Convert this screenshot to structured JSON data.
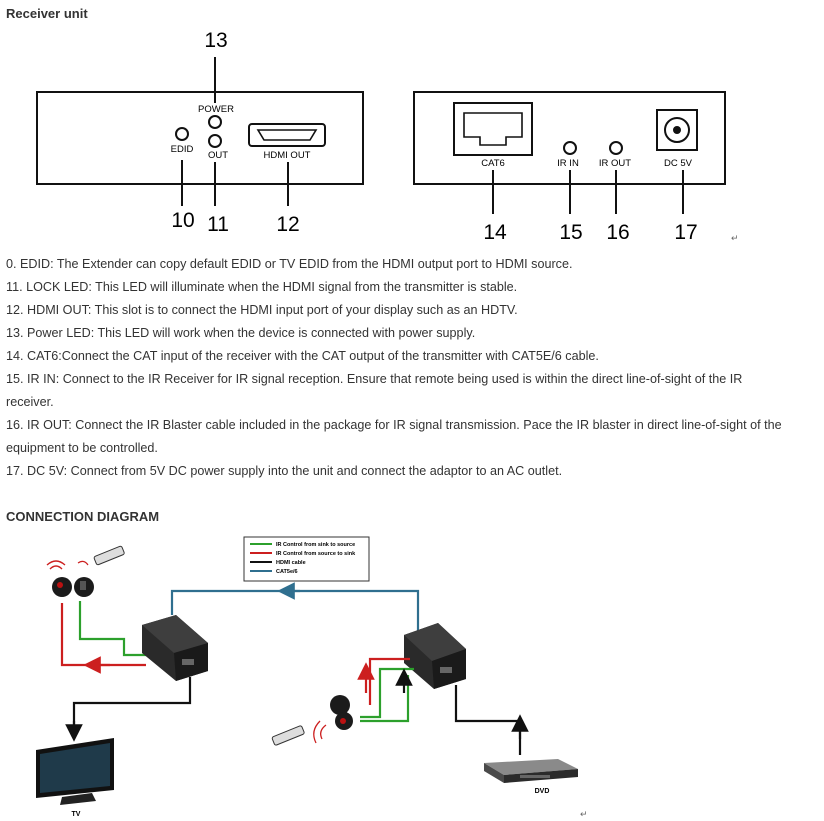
{
  "receiver_section": {
    "heading": "Receiver unit",
    "left_panel": {
      "callout_13": "13",
      "power_label": "POWER",
      "edid_label": "EDID",
      "out_label": "OUT",
      "hdmi_out_label": "HDMI OUT",
      "callout_10": "10",
      "callout_11": "11",
      "callout_12": "12"
    },
    "right_panel": {
      "cat6_label": "CAT6",
      "ir_in_label": "IR IN",
      "ir_out_label": "IR OUT",
      "dc_label": "DC 5V",
      "callout_14": "14",
      "callout_15": "15",
      "callout_16": "16",
      "callout_17": "17"
    },
    "return_mark": "↵"
  },
  "descriptions": [
    "0. EDID:  The Extender can copy default EDID or  TV EDID  from the HDMI output port to HDMI source.",
    "11. LOCK LED: This LED will illuminate when the HDMI signal  from the transmitter is stable.",
    "12. HDMI OUT: This slot is to connect the HDMI input port of your display such as an HDTV.",
    "13. Power LED: This LED will work when the device is connected with power supply.",
    "14. CAT6:Connect the CAT input of the receiver with the CAT output of the transmitter with CAT5E/6 cable.",
    "15. IR IN: Connect to the IR Receiver for IR signal reception. Ensure that remote being used is within the direct line-of-sight of the IR",
    "receiver.",
    "16. IR OUT: Connect the IR Blaster cable included in the package for IR signal transmission. Pace the IR blaster in direct line-of-sight of the",
    "equipment to be controlled.",
    "17. DC 5V: Connect from 5V DC power supply into the unit and connect the adaptor to an AC outlet."
  ],
  "connection_section": {
    "heading": "CONNECTION DIAGRAM",
    "legend": [
      {
        "label": "IR Control from sink to source",
        "color": "#2ca02c"
      },
      {
        "label": "IR Control from source to sink",
        "color": "#cc1f1f"
      },
      {
        "label": "HDMI cable",
        "color": "#111111"
      },
      {
        "label": "CAT5e/6",
        "color": "#2f6f8f"
      }
    ],
    "tv_label": "TV",
    "dvd_label": "DVD",
    "return_mark": "↵"
  }
}
